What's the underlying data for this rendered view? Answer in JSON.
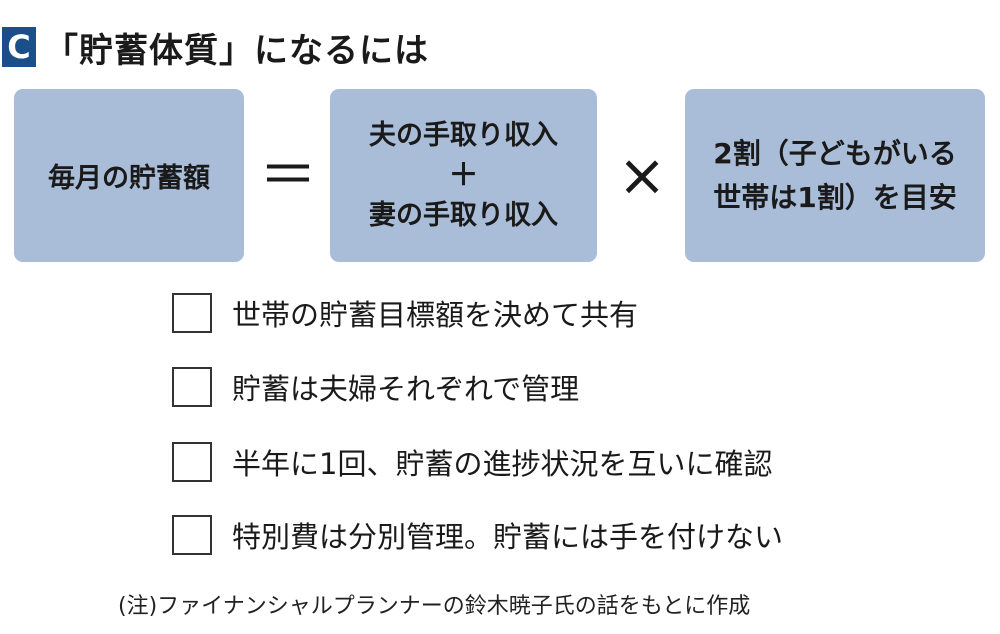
{
  "header": {
    "badge": "C",
    "title": "「貯蓄体質」になるには"
  },
  "formula": {
    "left_box": "毎月の貯蓄額",
    "equals": "＝",
    "middle_box": {
      "line1": "夫の手取り収入",
      "plus": "＋",
      "line2": "妻の手取り収入"
    },
    "times": "×",
    "right_box": {
      "line1": "2割（子どもがいる",
      "line2": "世帯は1割）を目安"
    }
  },
  "checklist": [
    "世帯の貯蓄目標額を決めて共有",
    "貯蓄は夫婦それぞれで管理",
    "半年に1回、貯蓄の進捗状況を互いに確認",
    "特別費は分別管理。貯蓄には手を付けない"
  ],
  "note": "(注)ファイナンシャルプランナーの鈴木暁子氏の話をもとに作成",
  "colors": {
    "badge": "#1b4f8a",
    "box_fill": "#a9bdd8"
  }
}
